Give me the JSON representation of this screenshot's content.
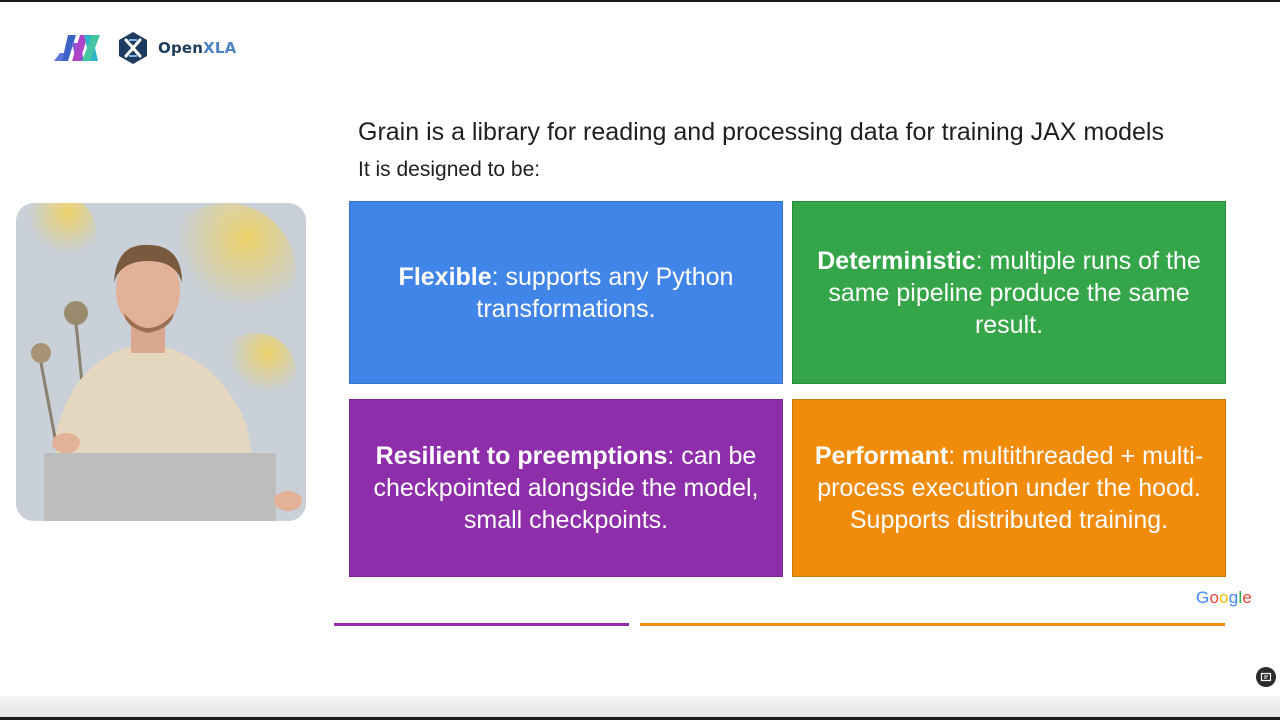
{
  "header": {
    "openxla_prefix": "Open",
    "openxla_suffix": "XLA"
  },
  "slide": {
    "title": "Grain is a library for reading and processing data for training JAX models",
    "subtitle": "It is designed to be:",
    "cards": [
      {
        "term": "Flexible",
        "desc": ": supports any Python transformations.",
        "color": "#4285e8"
      },
      {
        "term": "Deterministic",
        "desc": ": multiple runs of the same pipeline produce the same result.",
        "color": "#34a549"
      },
      {
        "term": "Resilient to preemptions",
        "desc": ": can be checkpointed alongside the model, small checkpoints.",
        "color": "#8e2eaa"
      },
      {
        "term": "Performant",
        "desc": ": multithreaded + multi-process execution under the hood. Supports distributed training.",
        "color": "#f18b0a"
      }
    ],
    "footer_logo": {
      "letters": [
        "G",
        "o",
        "o",
        "g",
        "l",
        "e"
      ],
      "colors": [
        "#4285f4",
        "#ea4335",
        "#fbbc05",
        "#4285f4",
        "#34a853",
        "#ea4335"
      ]
    }
  }
}
